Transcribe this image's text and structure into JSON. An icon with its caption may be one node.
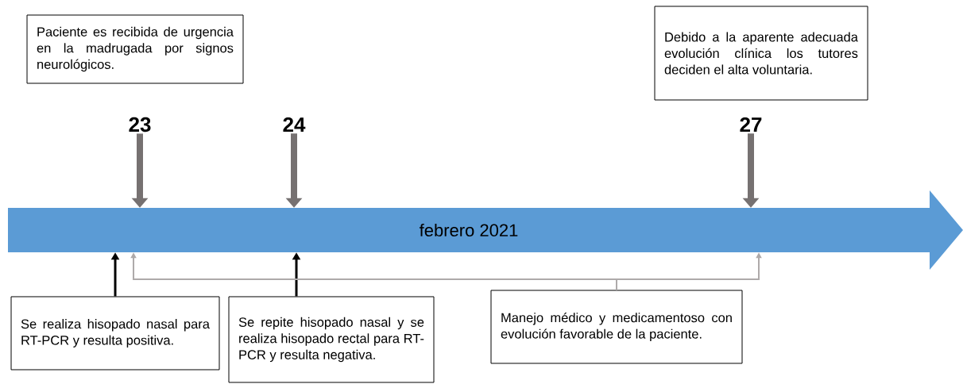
{
  "diagram": {
    "nodes": [
      {
        "text": [
          "Paciente es recibida de urgencia en la madrugada por signos neurológicos."
        ]
      },
      {
        "text": [
          "Debido a la aparente adecuada evolución clínica los tutores deciden el alta voluntaria."
        ]
      },
      {
        "text": [
          "23"
        ]
      },
      {
        "text": [
          "24"
        ]
      },
      {
        "text": [
          "27"
        ]
      },
      {
        "text": [
          "febrero 2021"
        ]
      },
      {
        "text": [
          "Se realiza hisopado nasal para RT-PCR y resulta positiva."
        ]
      },
      {
        "text": [
          "Se repite hisopado nasal y se realiza hisopado rectal para RT-PCR y resulta negativa."
        ]
      },
      {
        "text": [
          "Manejo médico y medicamentoso con evolución favorable de la paciente."
        ]
      }
    ],
    "edges": [
      {
        "from": 2,
        "to": 5,
        "arrow": "to",
        "style": "thick",
        "color": "#767171"
      },
      {
        "from": 3,
        "to": 5,
        "arrow": "to",
        "style": "thick",
        "color": "#767171"
      },
      {
        "from": 4,
        "to": 5,
        "arrow": "to",
        "style": "thick",
        "color": "#767171"
      },
      {
        "from": 6,
        "to": 5,
        "arrow": "to",
        "color": "#000000"
      },
      {
        "from": 7,
        "to": 5,
        "arrow": "to",
        "color": "#000000"
      },
      {
        "from": 8,
        "to": 5,
        "arrow": "to",
        "color": "#aeaaaa"
      },
      {
        "from": 8,
        "to": 5,
        "arrow": "to",
        "color": "#aeaaaa"
      }
    ]
  }
}
